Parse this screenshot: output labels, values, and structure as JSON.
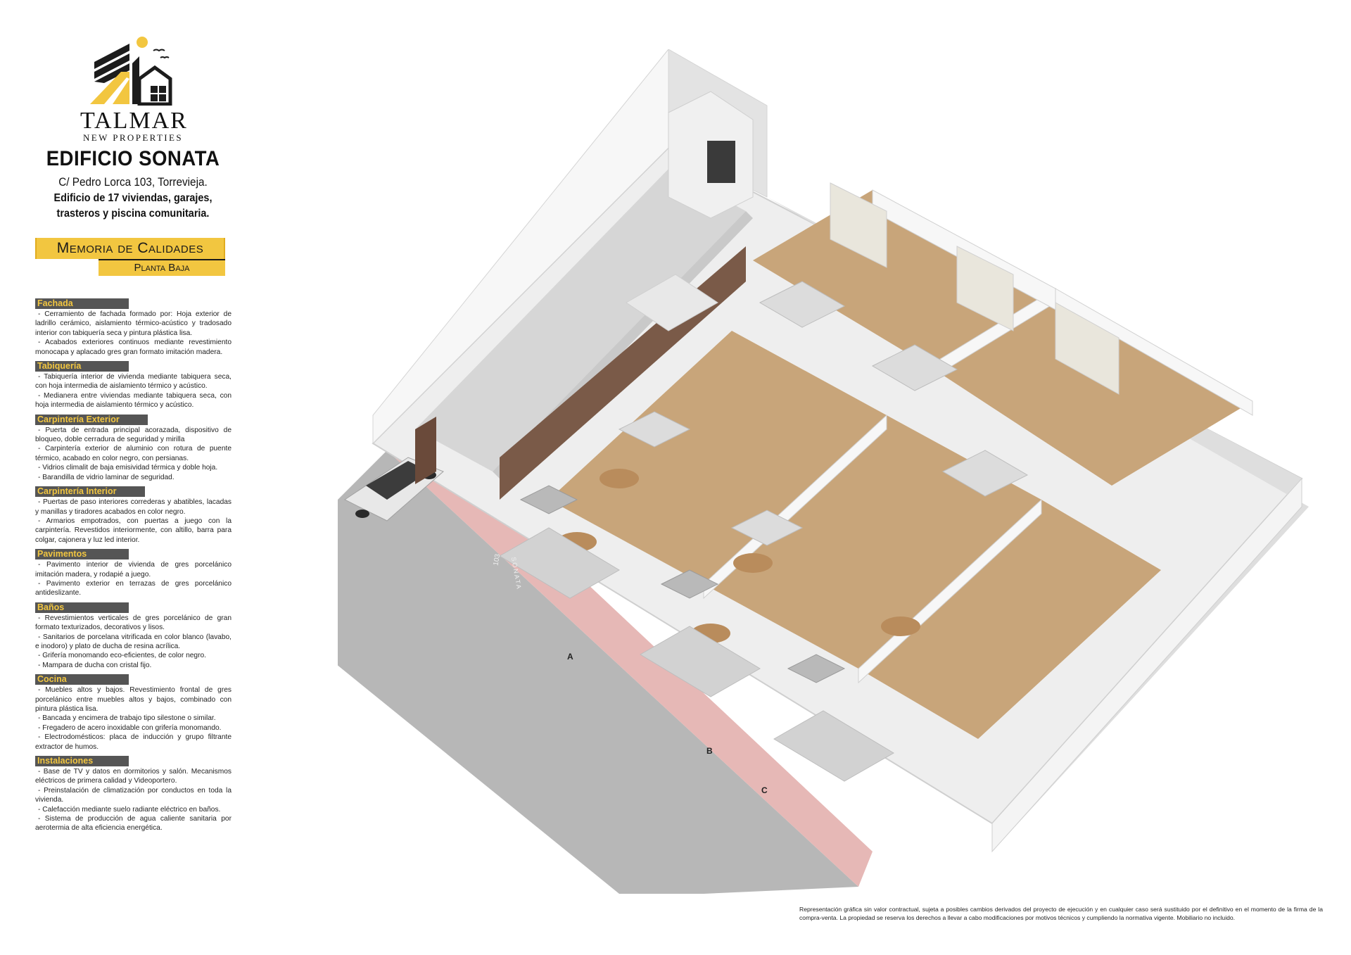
{
  "brand": {
    "name": "TALMAR",
    "tagline": "NEW PROPERTIES",
    "logo_icon": "building-sun-birds-logo",
    "colors": {
      "gold": "#f2c640",
      "dark": "#1c1c1c",
      "section_bg": "#555555"
    }
  },
  "building": {
    "title": "EDIFICIO SONATA",
    "address": "C/ Pedro Lorca 103, Torrevieja.",
    "description_line1": "Edificio de 17 viviendas, garajes,",
    "description_line2": "trasteros y piscina comunitaria."
  },
  "memoria": {
    "title": "Memoria de Calidades",
    "subtitle": "Planta Baja"
  },
  "sections": [
    {
      "title": "Fachada",
      "items": [
        "- Cerramiento de fachada formado por: Hoja exterior de ladrillo cerámico, aislamiento térmico-acústico y tradosado interior con tabiquería seca y pintura plástica lisa.",
        "- Acabados exteriores continuos mediante revestimiento monocapa y aplacado gres gran formato imitación madera."
      ]
    },
    {
      "title": "Tabiquería",
      "items": [
        "- Tabiquería interior de vivienda mediante tabiquera seca, con hoja intermedia de aislamiento térmico y acústico.",
        "- Medianera entre viviendas mediante tabiquera seca, con hoja intermedia de aislamiento térmico y acústico."
      ]
    },
    {
      "title": "Carpintería Exterior",
      "items": [
        "- Puerta de entrada principal acorazada, dispositivo de bloqueo, doble cerradura de seguridad y mirilla",
        "- Carpintería exterior de aluminio con rotura de puente térmico, acabado en color negro, con persianas.",
        "- Vidrios climalit de baja emisividad térmica y doble hoja.",
        "- Barandilla de vidrio laminar de seguridad."
      ]
    },
    {
      "title": "Carpintería Interior",
      "items": [
        "- Puertas de paso interiores correderas y abatibles, lacadas y manillas y tiradores acabados en color negro.",
        "- Armarios empotrados, con puertas a juego con la carpintería. Revestidos interiormente, con altillo, barra para colgar, cajonera y luz led interior."
      ]
    },
    {
      "title": "Pavimentos",
      "items": [
        "- Pavimento interior de vivienda de gres porcelánico imitación madera, y rodapié a juego.",
        "- Pavimento exterior en terrazas de gres porcelánico antideslizante."
      ]
    },
    {
      "title": "Baños",
      "items": [
        "- Revestimientos verticales de gres porcelánico de gran formato texturizados, decorativos y lisos.",
        "- Sanitarios de porcelana vitrificada en color blanco (lavabo, e inodoro) y plato de ducha de resina acrílica.",
        "- Grifería monomando eco-eficientes, de color negro.",
        "- Mampara de ducha con cristal fijo."
      ]
    },
    {
      "title": "Cocina",
      "items": [
        "- Muebles altos y bajos. Revestimiento frontal de gres porcelánico entre muebles altos y bajos, combinado con pintura plástica lisa.",
        "- Bancada y encimera de trabajo tipo silestone o similar.",
        "- Fregadero de acero inoxidable con grifería monomando.",
        "- Electrodomésticos: placa de inducción y grupo filtrante extractor de humos."
      ]
    },
    {
      "title": "Instalaciones",
      "items": [
        "- Base de TV y datos en dormitorios y salón. Mecanismos eléctricos de primera calidad y Videoportero.",
        "- Preinstalación de climatización por conductos en toda la vivienda.",
        "- Calefacción mediante suelo radiante eléctrico en baños.",
        "- Sistema de producción de agua caliente sanitaria por aerotermia de alta eficiencia energética."
      ]
    }
  ],
  "floorplan": {
    "unit_labels": [
      "A",
      "B",
      "C"
    ],
    "facade_sign_number": "103",
    "facade_sign_name": "SONATA"
  },
  "disclaimer": "Representación gráfica sin valor contractual, sujeta a posibles cambios derivados del proyecto de ejecución y en cualquier caso será sustituido por el definitivo en el momento de la firma de la compra-venta. La propiedad se reserva los derechos a llevar a cabo modificaciones por motivos técnicos y cumpliendo la normativa vigente. Mobiliario no incluido."
}
